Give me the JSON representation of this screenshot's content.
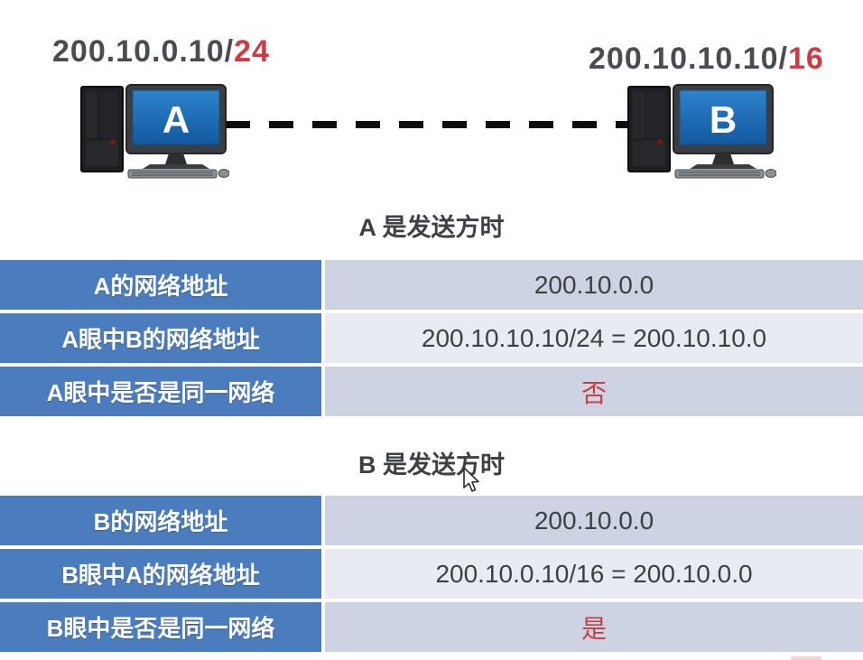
{
  "colors": {
    "table_header_blue": "#4b7cbd",
    "row_shade_dark": "#cdd3e2",
    "row_shade_light": "#e9ebf2",
    "text_dark": "#3d4043",
    "mask_red": "#d03b42",
    "answer_red": "#c24046"
  },
  "icons": {
    "host": "desktop-computer-with-tower",
    "pointer": "mouse-arrow-cursor"
  },
  "hosts": [
    {
      "letter": "A",
      "ip_prefix": "200.10.0.10/",
      "mask": "24"
    },
    {
      "letter": "B",
      "ip_prefix": "200.10.10.10/",
      "mask": "16"
    }
  ],
  "sections": [
    {
      "heading": "A 是发送方时",
      "rows": [
        {
          "label": "A的网络地址",
          "value": "200.10.0.0"
        },
        {
          "label": "A眼中B的网络地址",
          "value": "200.10.10.10/24 = 200.10.10.0"
        },
        {
          "label": "A眼中是否是同一网络",
          "value": "否"
        }
      ]
    },
    {
      "heading": "B 是发送方时",
      "rows": [
        {
          "label": "B的网络地址",
          "value": "200.10.0.0"
        },
        {
          "label": "B眼中A的网络地址",
          "value": "200.10.0.10/16 = 200.10.0.0"
        },
        {
          "label": "B眼中是否是同一网络",
          "value": "是"
        }
      ]
    }
  ]
}
